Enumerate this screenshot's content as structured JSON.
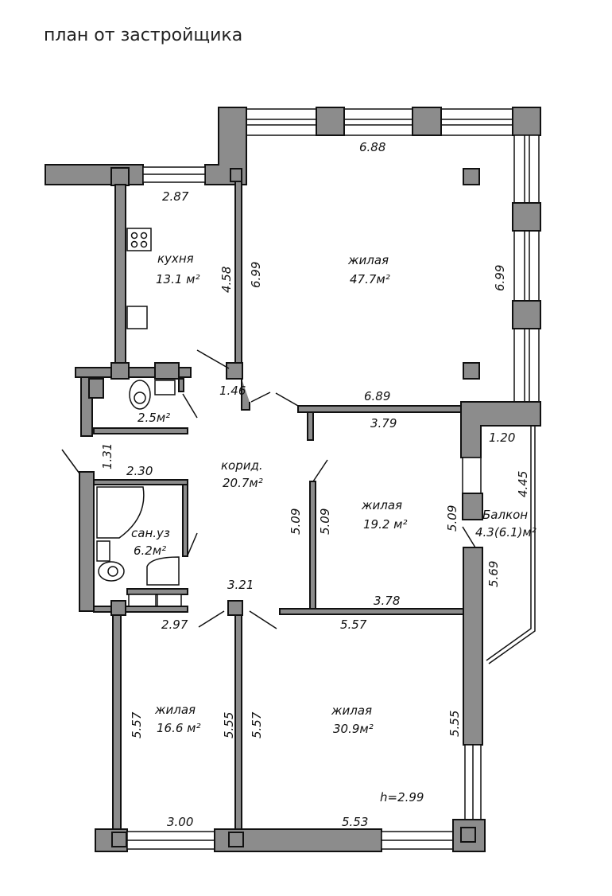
{
  "title": "план от застройщика",
  "rooms": [
    {
      "name": "кухня",
      "area": "13.1 м²"
    },
    {
      "name": "жилая",
      "area": "47.7м²"
    },
    {
      "name": "",
      "area": "2.5м²"
    },
    {
      "name": "корид.",
      "area": "20.7м²"
    },
    {
      "name": "жилая",
      "area": "19.2 м²"
    },
    {
      "name": "Балкон",
      "area": "4.3(6.1)м²"
    },
    {
      "name": "сан.уз",
      "area": "6.2м²"
    },
    {
      "name": "жилая",
      "area": "16.6 м²"
    },
    {
      "name": "жилая",
      "area": "30.9м²"
    }
  ],
  "dimensions": [
    "6.88",
    "2.87",
    "4.58",
    "6.99",
    "6.99",
    "1.46",
    "6.89",
    "3.79",
    "1.20",
    "4.45",
    "1.31",
    "2.30",
    "5.09",
    "5.09",
    "5.09",
    "5.69",
    "3.21",
    "2.97",
    "5.57",
    "3.78",
    "5.57",
    "5.55",
    "5.57",
    "5.55",
    "3.00",
    "5.53"
  ],
  "ceiling_height": "h=2.99"
}
